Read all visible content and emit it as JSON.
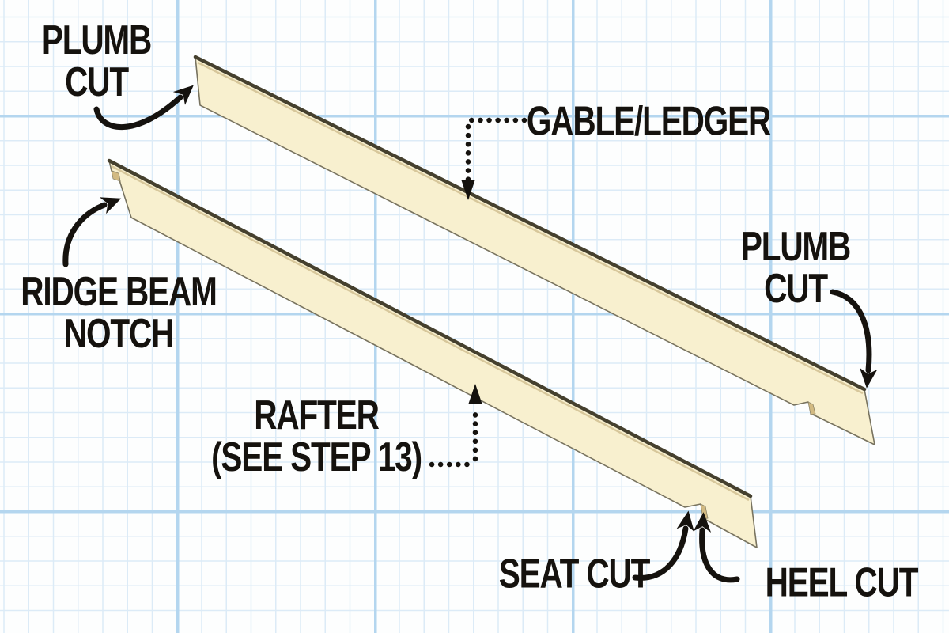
{
  "title": "Rafter and gable/ledger cutting diagram",
  "labels": {
    "plumb_cut_left": {
      "line1": "PLUMB",
      "line2": "CUT"
    },
    "gable_ledger": {
      "text": "GABLE/LEDGER"
    },
    "plumb_cut_right": {
      "line1": "PLUMB",
      "line2": "CUT"
    },
    "ridge_beam_notch": {
      "line1": "RIDGE BEAM",
      "line2": "NOTCH"
    },
    "rafter": {
      "line1": "RAFTER",
      "line2": "(SEE STEP 13)"
    },
    "seat_cut": {
      "text": "SEAT CUT"
    },
    "heel_cut": {
      "text": "HEEL CUT"
    }
  },
  "boards": [
    {
      "name": "gable-ledger",
      "features": [
        "plumb cut (left end)",
        "plumb cut (right end)",
        "heel/seat notch near right end"
      ]
    },
    {
      "name": "rafter",
      "features": [
        "ridge beam notch (left end)",
        "birdsmouth: seat cut + heel cut (right end)",
        "plumb cut ends"
      ]
    }
  ],
  "colors": {
    "paper_background": "#fdfefe",
    "grid_minor": "#dcebf7",
    "grid_major": "#b4d6ef",
    "wood_fill": "#f8f0cf",
    "wood_outline": "#78735f",
    "wood_top_edge": "#45402e",
    "wood_top_edge_highlight": "#d7c79b",
    "notch_face": "#d2ba82",
    "ink": "#15120e"
  }
}
